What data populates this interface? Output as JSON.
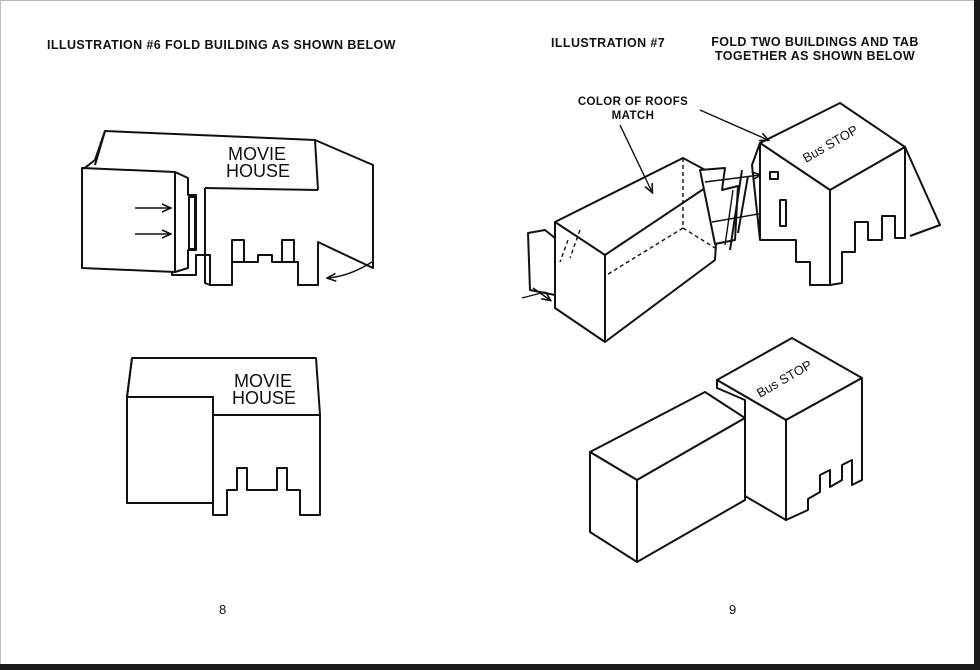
{
  "left_page": {
    "heading": "ILLUSTRATION #6    FOLD BUILDING AS SHOWN BELOW",
    "page_number": "8",
    "sign_top_line1": "MOVIE",
    "sign_top_line2": "HOUSE",
    "sign_bottom_line1": "MOVIE",
    "sign_bottom_line2": "HOUSE"
  },
  "right_page": {
    "heading_left": "ILLUSTRATION  #7",
    "heading_right_line1": "FOLD TWO BUILDINGS AND TAB",
    "heading_right_line2": "TOGETHER AS SHOWN BELOW",
    "callout_line1": "COLOR OF ROOFS",
    "callout_line2": "MATCH",
    "page_number": "9",
    "sign_top": "Bus STOP",
    "sign_bottom": "Bus STOP"
  }
}
